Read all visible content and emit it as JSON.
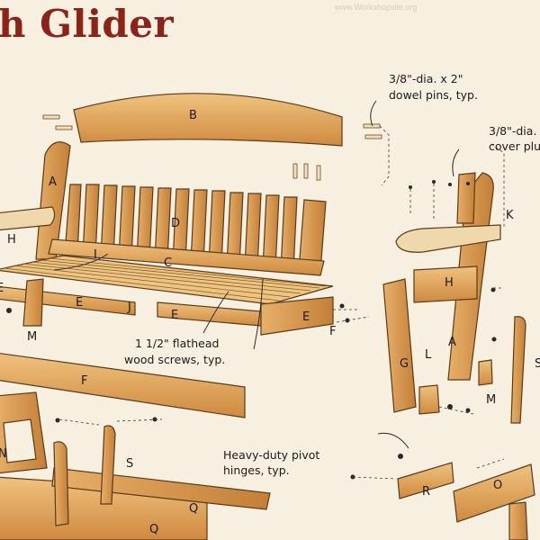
{
  "title": "h Glider",
  "header_faint_text": "www.Workshopsite.org",
  "part_labels": {
    "A": "A",
    "A2": "A",
    "B": "B",
    "C": "C",
    "D": "D",
    "E1": "E",
    "E2": "E",
    "E3": "E",
    "E4": "E",
    "F1": "F",
    "F2": "F",
    "G": "G",
    "H1": "H",
    "H2": "H",
    "I": "I",
    "J": "J",
    "K": "K",
    "L": "L",
    "M1": "M",
    "M2": "M",
    "N": "N",
    "O": "O",
    "Q": "Q",
    "Q2": "Q",
    "R": "R",
    "S1": "S",
    "S2": "S"
  },
  "callouts": {
    "dowel_line1": "3/8\"-dia. x 2\"",
    "dowel_line2": "dowel pins, typ.",
    "cover_line1": "3/8\"-dia.",
    "cover_line2": "cover plu",
    "screws_line1": "1 1/2\" flathead",
    "screws_line2": "wood screws, typ.",
    "hinge_line1": "Heavy-duty pivot",
    "hinge_line2": "hinges, typ."
  },
  "colors": {
    "wood": "#d99a4e",
    "wood_dark": "#b8722e",
    "wood_light": "#ecbf7d",
    "title": "#8b2318",
    "background": "#f7efe0",
    "outline": "#5a3a1a"
  }
}
